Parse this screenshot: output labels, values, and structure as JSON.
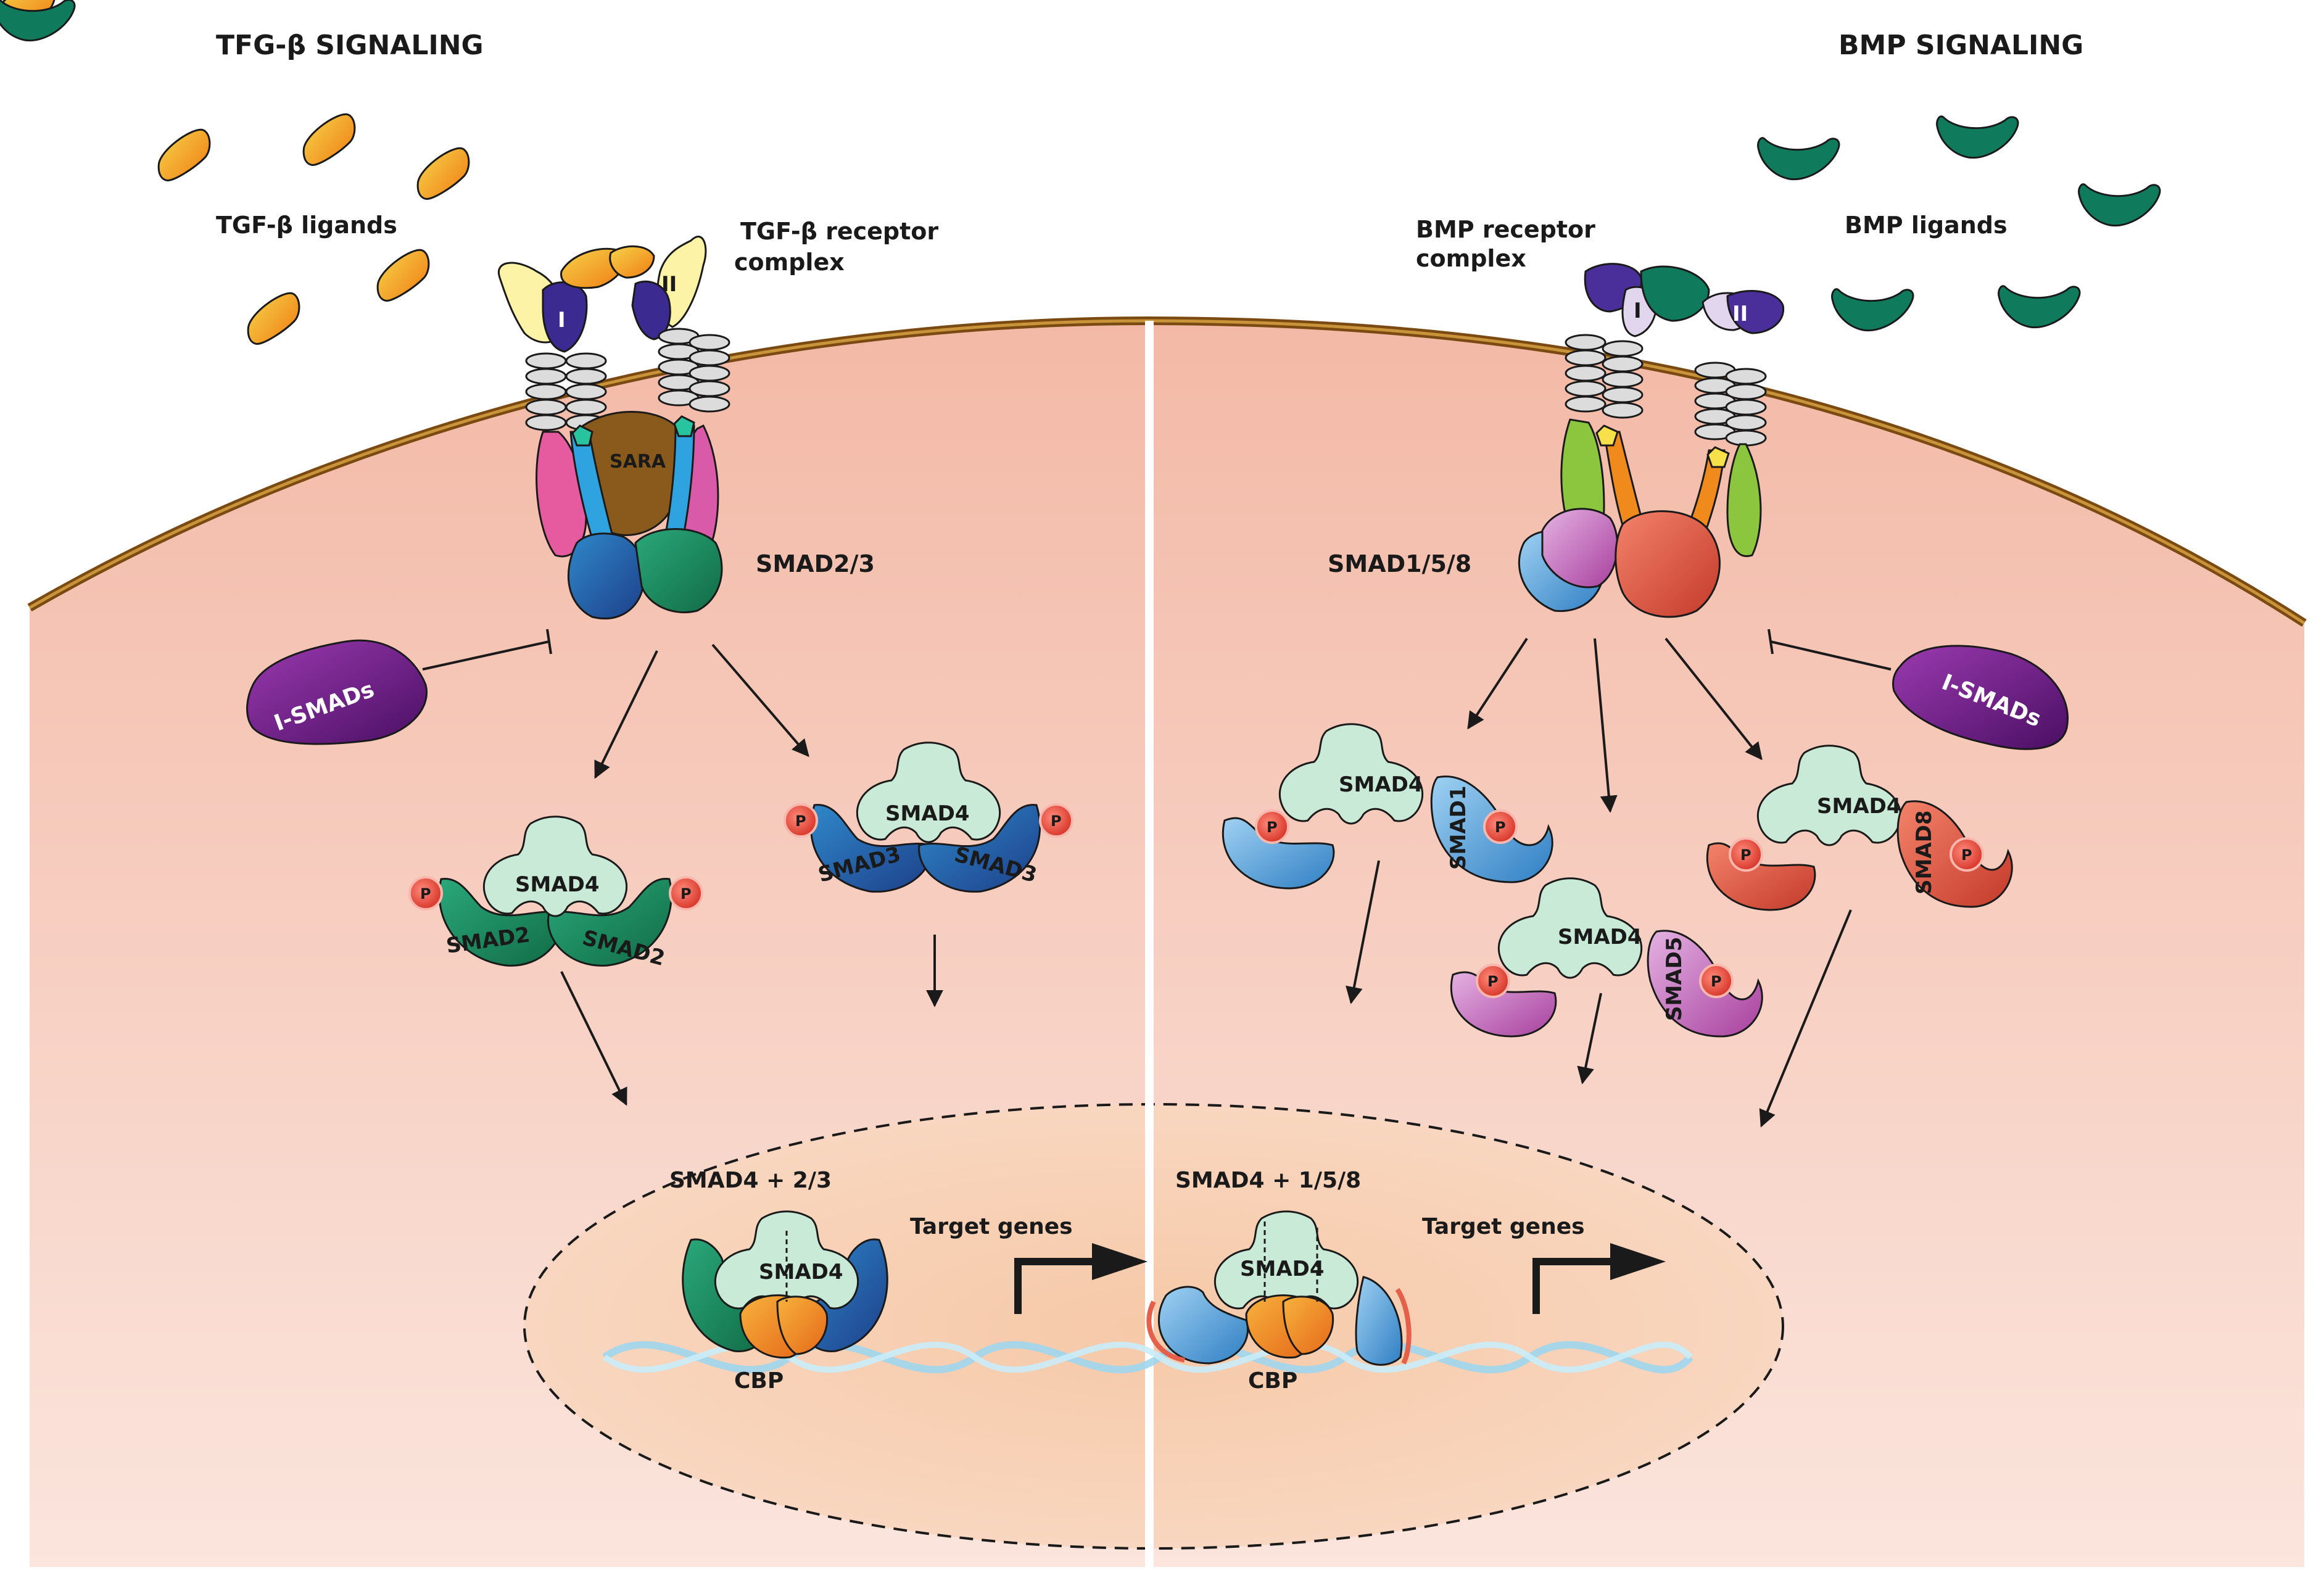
{
  "titles": {
    "left": "TFG-β SIGNALING",
    "right": "BMP SIGNALING"
  },
  "left": {
    "ligands_label": "TGF-β ligands",
    "receptor_label_1": "TGF-β receptor",
    "receptor_label_2": "complex",
    "receptor_type_1": "I",
    "receptor_type_2": "II",
    "anchor_label": "SARA",
    "rsmad_label": "SMAD2/3",
    "ismads_label": "I-SMADs",
    "complex_a": {
      "center": "SMAD4",
      "left": "SMAD2",
      "right": "SMAD2"
    },
    "complex_b": {
      "center": "SMAD4",
      "left": "SMAD3",
      "right": "SMAD3"
    },
    "nuclear_label": "SMAD4 + 2/3",
    "nuclear_smad4": "SMAD4",
    "cbp_label": "CBP",
    "target_label": "Target genes"
  },
  "right": {
    "ligands_label": "BMP ligands",
    "receptor_label_1": "BMP receptor",
    "receptor_label_2": "complex",
    "receptor_type_1": "I",
    "receptor_type_2": "II",
    "rsmad_label": "SMAD1/5/8",
    "ismads_label": "I-SMADs",
    "complex_a": {
      "center": "SMAD4",
      "side": "SMAD1"
    },
    "complex_b": {
      "center": "SMAD4",
      "side": "SMAD5"
    },
    "complex_c": {
      "center": "SMAD4",
      "side": "SMAD8"
    },
    "nuclear_label": "SMAD4 + 1/5/8",
    "nuclear_smad4": "SMAD4",
    "cbp_label": "CBP",
    "target_label": "Target genes"
  },
  "phospho_label": "P",
  "colors": {
    "cytoplasm": "#f6c9b6",
    "membrane": "#7a4a12",
    "nucleus": "#f6cdb0",
    "tgf_ligand": "#f5a623",
    "bmp_ligand": "#0f7a5c",
    "ismad": "#6a1b7a",
    "smad4": "#c9ead6",
    "smad2": "#1e8a5a",
    "smad3": "#2a67a8",
    "smad1": "#5aa6dc",
    "smad5": "#c46fc0",
    "smad8": "#e4604a",
    "phospho": "#e53b2c",
    "cbp": "#f08a1c",
    "dna": "#9fd6ee"
  }
}
